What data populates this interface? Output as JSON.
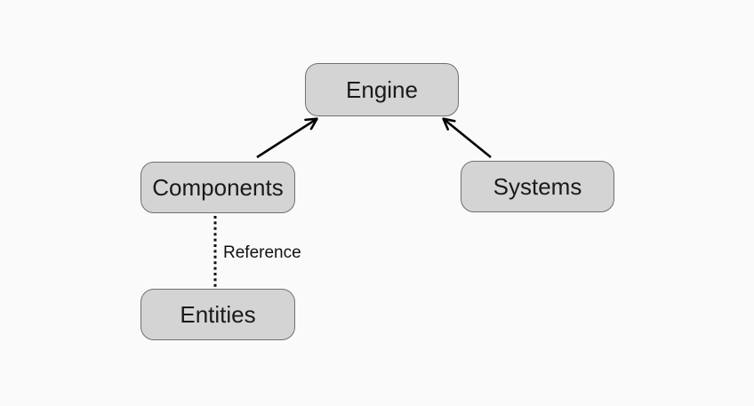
{
  "diagram": {
    "background_color": "#fafafa",
    "node_fill_color": "#d4d4d4",
    "node_border_color": "#707070",
    "node_text_color": "#1a1a1a",
    "edge_color": "#000000",
    "nodes": [
      {
        "id": "engine",
        "label": "Engine"
      },
      {
        "id": "components",
        "label": "Components"
      },
      {
        "id": "systems",
        "label": "Systems"
      },
      {
        "id": "entities",
        "label": "Entities"
      }
    ],
    "edges": [
      {
        "from": "components",
        "to": "engine",
        "style": "solid-arrow",
        "label": ""
      },
      {
        "from": "systems",
        "to": "engine",
        "style": "solid-arrow",
        "label": ""
      },
      {
        "from": "components",
        "to": "entities",
        "style": "dotted",
        "label": "Reference"
      }
    ]
  }
}
